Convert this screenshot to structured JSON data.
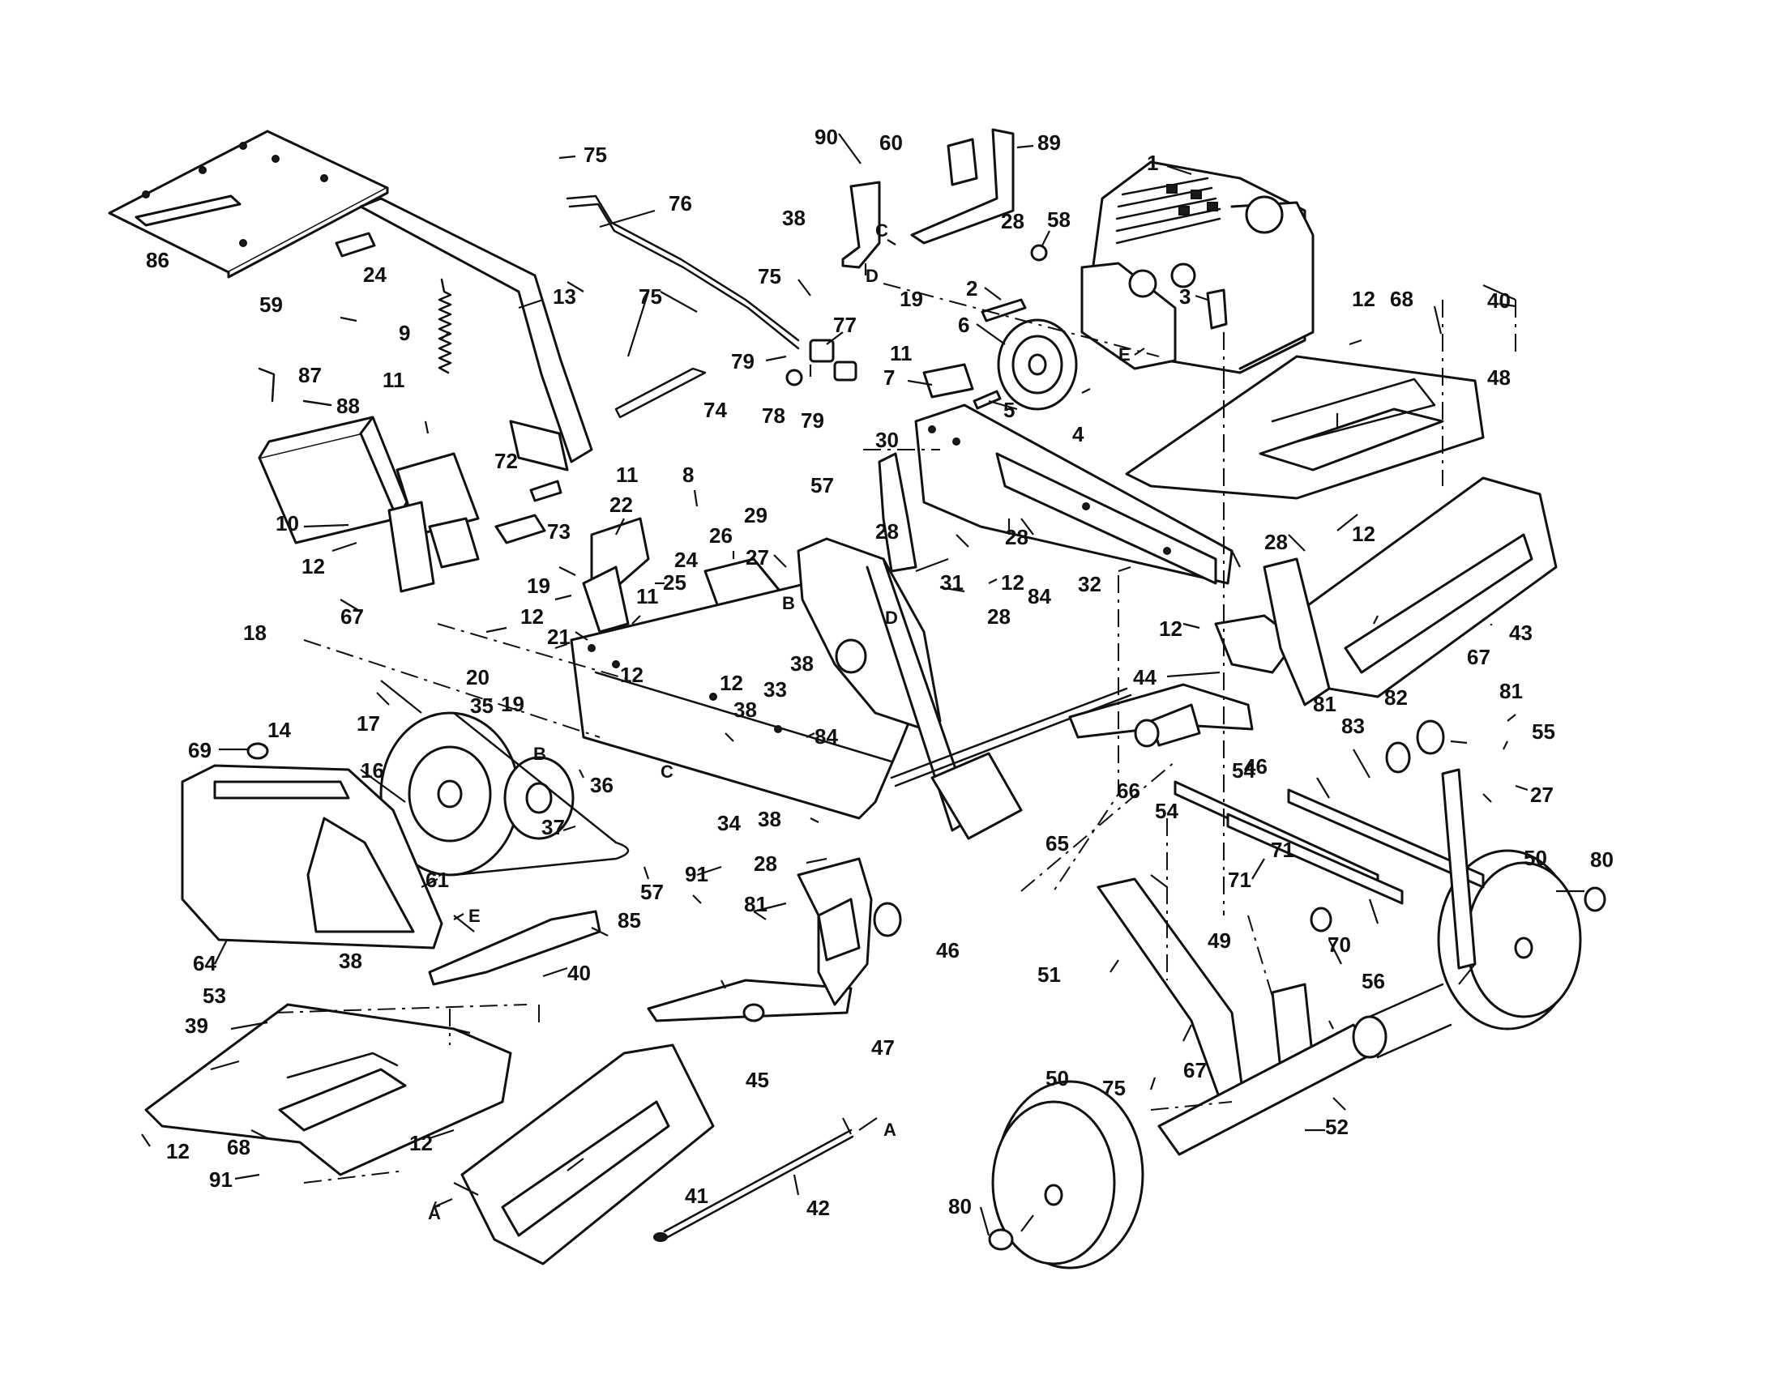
{
  "callouts": {
    "c1": "1",
    "c2": "2",
    "c3": "3",
    "c4": "4",
    "c5": "5",
    "c6": "6",
    "c7": "7",
    "c8": "8",
    "c9": "9",
    "c10": "10",
    "c11": "11",
    "c12": "12",
    "c13": "13",
    "c14": "14",
    "c16": "16",
    "c17": "17",
    "c18": "18",
    "c19": "19",
    "c20": "20",
    "c21": "21",
    "c22": "22",
    "c24": "24",
    "c25": "25",
    "c26": "26",
    "c27": "27",
    "c28": "28",
    "c29": "29",
    "c30": "30",
    "c31": "31",
    "c32": "32",
    "c33": "33",
    "c34": "34",
    "c35": "35",
    "c36": "36",
    "c37": "37",
    "c38": "38",
    "c39": "39",
    "c40": "40",
    "c41": "41",
    "c42": "42",
    "c43": "43",
    "c44": "44",
    "c45": "45",
    "c46": "46",
    "c47": "47",
    "c48": "48",
    "c49": "49",
    "c50": "50",
    "c51": "51",
    "c52": "52",
    "c53": "53",
    "c54": "54",
    "c55": "55",
    "c56": "56",
    "c57": "57",
    "c58": "58",
    "c59": "59",
    "c60": "60",
    "c61": "61",
    "c64": "64",
    "c65": "65",
    "c66": "66",
    "c67": "67",
    "c68": "68",
    "c69": "69",
    "c70": "70",
    "c71": "71",
    "c72": "72",
    "c73": "73",
    "c74": "74",
    "c75": "75",
    "c76": "76",
    "c77": "77",
    "c78": "78",
    "c79": "79",
    "c80": "80",
    "c81": "81",
    "c82": "82",
    "c83": "83",
    "c84": "84",
    "c85": "85",
    "c86": "86",
    "c87": "87",
    "c88": "88",
    "c89": "89",
    "c90": "90",
    "c91": "91"
  },
  "markers": {
    "A": "A",
    "B": "B",
    "C": "C",
    "D": "D",
    "E": "E"
  }
}
